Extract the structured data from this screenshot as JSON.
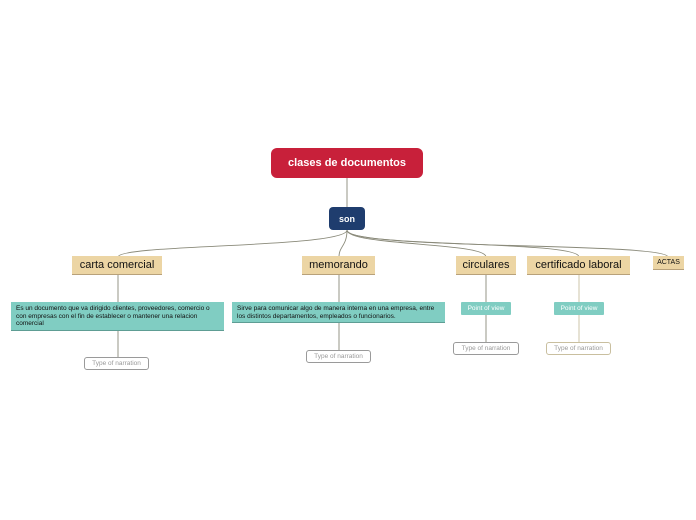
{
  "root": {
    "label": "clases de documentos"
  },
  "hub": {
    "label": "son"
  },
  "categories": [
    {
      "label": "carta comercial"
    },
    {
      "label": "memorando"
    },
    {
      "label": "circulares"
    },
    {
      "label": "certificado laboral"
    },
    {
      "label": "ACTAS"
    }
  ],
  "details": {
    "carta_comercial": "Es un documento que va dirigido clientes, proveedores, comercio o con empresas con el fin de establecer o mantener una relacion comercial",
    "memorando": "Sirve para comunicar algo de manera interna en una empresa, entre los distintos departamentos, empleados o funcionarios.",
    "circulares": "Point of view",
    "certificado_laboral": "Point of view"
  },
  "placeholders": {
    "narration": "Type of narration"
  },
  "colors": {
    "root": "#c8203a",
    "hub": "#1f3d6e",
    "category": "#ecd5a4",
    "detail": "#80cdc2",
    "connector": "#8a8a7a"
  }
}
